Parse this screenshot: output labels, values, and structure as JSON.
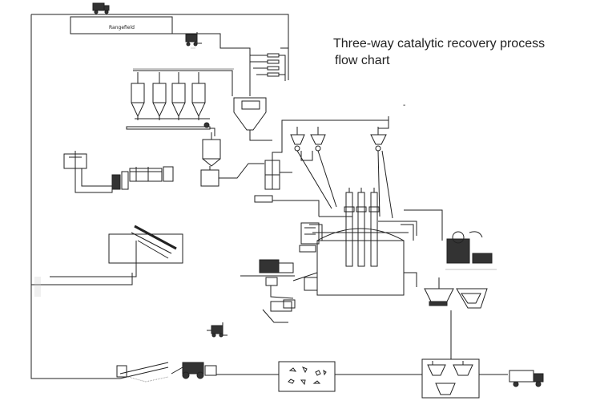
{
  "title": {
    "line1": "Three-way catalytic recovery process",
    "line2": "flow chart"
  },
  "labels": {
    "rangefield": "Rangefield",
    "stray_mark": "-"
  },
  "colors": {
    "line": "#222222",
    "dark_fill": "#333333",
    "background": "#ffffff"
  },
  "icons": {
    "truck": "dump-truck-icon",
    "loader": "wheel-loader-icon",
    "forklift": "forklift-icon",
    "silo": "hopper-silo-icon",
    "furnace": "smelting-furnace-icon",
    "conveyor": "belt-conveyor-icon"
  }
}
